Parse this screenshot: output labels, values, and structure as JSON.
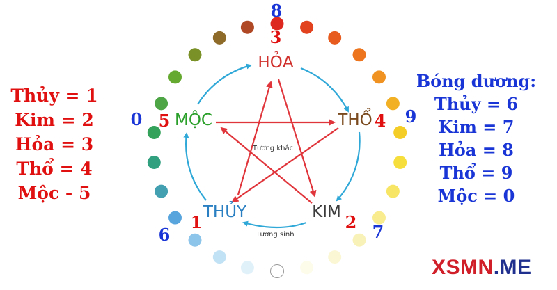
{
  "left_legend": {
    "lines": [
      "Thủy = 1",
      "Kim = 2",
      "Hỏa = 3",
      "Thổ = 4",
      "Mộc - 5"
    ],
    "color": "#e01010"
  },
  "right_legend": {
    "heading": "Bóng dương:",
    "lines": [
      "Thủy = 6",
      "Kim = 7",
      "Hỏa = 8",
      "Thổ = 9",
      "Mộc = 0"
    ],
    "color": "#1a35d6"
  },
  "diagram": {
    "elements": {
      "hoa": "HỎA",
      "tho": "THỔ",
      "kim": "KIM",
      "thuy": "THỦY",
      "moc": "MỘC"
    },
    "element_colors": {
      "hoa": "#d0312d",
      "tho": "#7a4a1e",
      "kim": "#3c3c3c",
      "thuy": "#2a7fc2",
      "moc": "#2aa02a"
    },
    "yin_numbers": {
      "hoa": "3",
      "tho": "4",
      "kim": "2",
      "thuy": "1",
      "moc": "5"
    },
    "yang_numbers": {
      "hoa": "8",
      "tho": "9",
      "kim": "7",
      "thuy": "6",
      "moc": "0"
    },
    "inner_caption_overcoming": "Tương khắc",
    "inner_caption_generating": "Tương sinh",
    "generating_arrow_color": "#2fa8d8",
    "overcoming_arrow_color": "#e0353b"
  },
  "brand": {
    "part1": "XSMN",
    "part2": ".ME"
  }
}
